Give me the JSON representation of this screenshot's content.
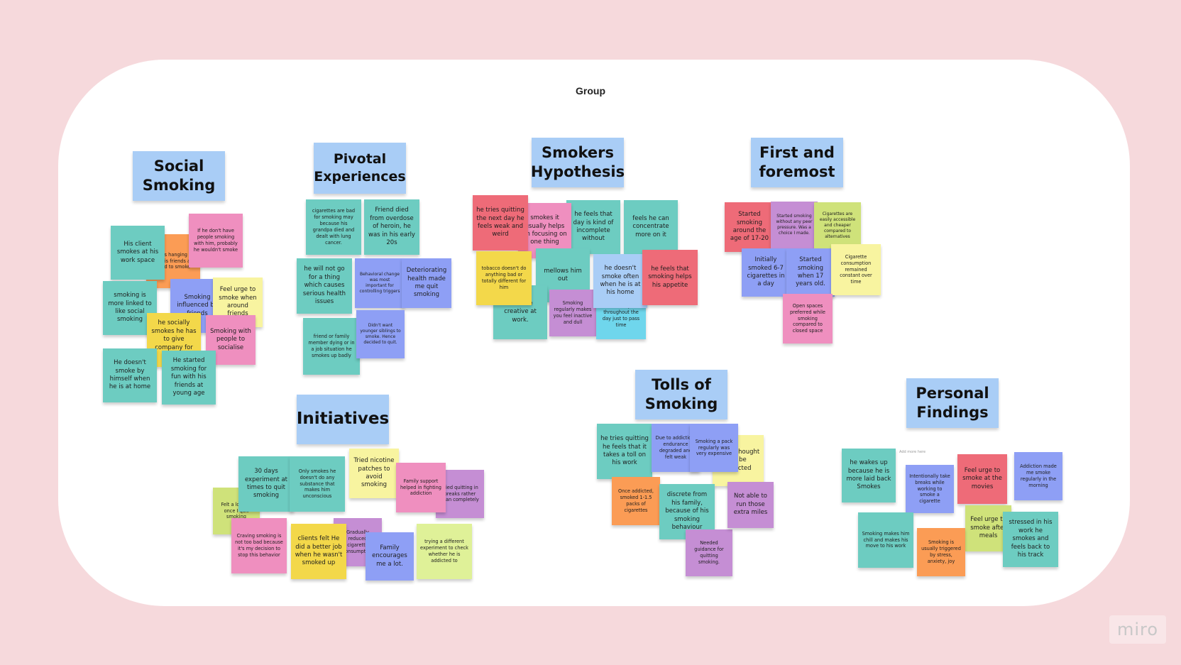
{
  "board": {
    "group_title": "Group",
    "logo": "miro"
  },
  "headers": {
    "social": "Social Smoking",
    "pivotal": "Pivotal Experiences",
    "hypothesis": "Smokers Hypothesis",
    "first": "First and foremost",
    "initiatives": "Initiatives",
    "tolls": "Tolls of Smoking",
    "personal": "Personal Findings"
  },
  "notes": {
    "social": [
      "His client smokes at his work space",
      "He was hanging out with his friends and used to smoke",
      "If he don't have people smoking with him, probably he wouldn't smoke",
      "smoking is more linked to like social smoking",
      "Smoking influenced by friends",
      "Feel urge to smoke when around friends",
      "he socially smokes he has to give company for all",
      "Smoking with people to socialise",
      "He doesn't smoke by himself when he is at home",
      "He started smoking for fun with his friends at young age"
    ],
    "pivotal": [
      "cigarettes are bad for smoking may because his grandpa died and dealt with lung cancer.",
      "Friend died from overdose of heroin, he was in his early 20s",
      "he will not go for a thing which causes serious health issues",
      "Behavioral change was most important for controlling triggers",
      "Deteriorating health made me quit smoking",
      "friend or family member dying or in a job situation he smokes up badly",
      "Didn't want younger siblings to smoke. Hence decided to quit."
    ],
    "hypothesis": [
      "he tries quitting the next day he feels weak and weird",
      "smokes it usually helps on focusing on one thing",
      "he feels that day is kind of incomplete without",
      "feels he can concentrate more on it",
      "tobacco doesn't do anything bad or totally different for him",
      "mellows him out",
      "he doesn't smoke often when he is at his home",
      "he feels that smoking helps his appetite",
      "be more creative at work.",
      "Smoking regularly makes you feel inactive and dull",
      "casually throughout the day just to pass time"
    ],
    "first": [
      "Started smoking around the age of 17-20",
      "Started smoking without any peer pressure. Was a choice I made.",
      "Cigarettes are easily accessible and cheaper compared to alternatives",
      "Initially smoked 6-7 cigarettes in a day",
      "Started smoking when 17 years old.",
      "Cigarette consumption remained constant over time",
      "Open spaces preferred while smoking compared to closed space"
    ],
    "initiatives": [
      "Felt a lot and once I quit smoking",
      "30 days experiment at times to quit smoking",
      "Only smokes he doesn't do any substance that makes him unconscious",
      "Tried nicotine patches to avoid smoking",
      "Family support helped in fighting addiction",
      "Tried quitting in breaks rather than completely",
      "Craving smoking is not too bad because it's my decision to stop this behavior",
      "clients felt He did a better job when he wasn't smoked up",
      "Gradually reduced cigarette consumption",
      "Family encourages me a lot.",
      "trying a different experiment to check whether he is addicted to"
    ],
    "tolls": [
      "he tries quitting he feels that it takes a toll on his work",
      "Due to addiction, endurance degraded and felt weak",
      "Smoking a pack regularly was very expensive",
      "never thought I'd be addicted",
      "Once addicted, smoked 1-1.5 packs of cigarettes",
      "discrete from his family, because of his smoking behaviour",
      "Not able to run those extra miles",
      "Needed guidance for quitting smoking."
    ],
    "personal": [
      "he wakes up because he is more laid back Smokes",
      "Intentionally take breaks while working to smoke a cigarette",
      "Feel urge to smoke at the movies",
      "Addiction made me smoke regularly in the morning",
      "Smoking makes him chill and makes his move to his work",
      "Smoking is usually triggered by stress, anxiety, joy",
      "Feel urge to smoke after meals",
      "stressed in his work he smokes and feels back to his track"
    ],
    "add_hint": "Add more here"
  }
}
